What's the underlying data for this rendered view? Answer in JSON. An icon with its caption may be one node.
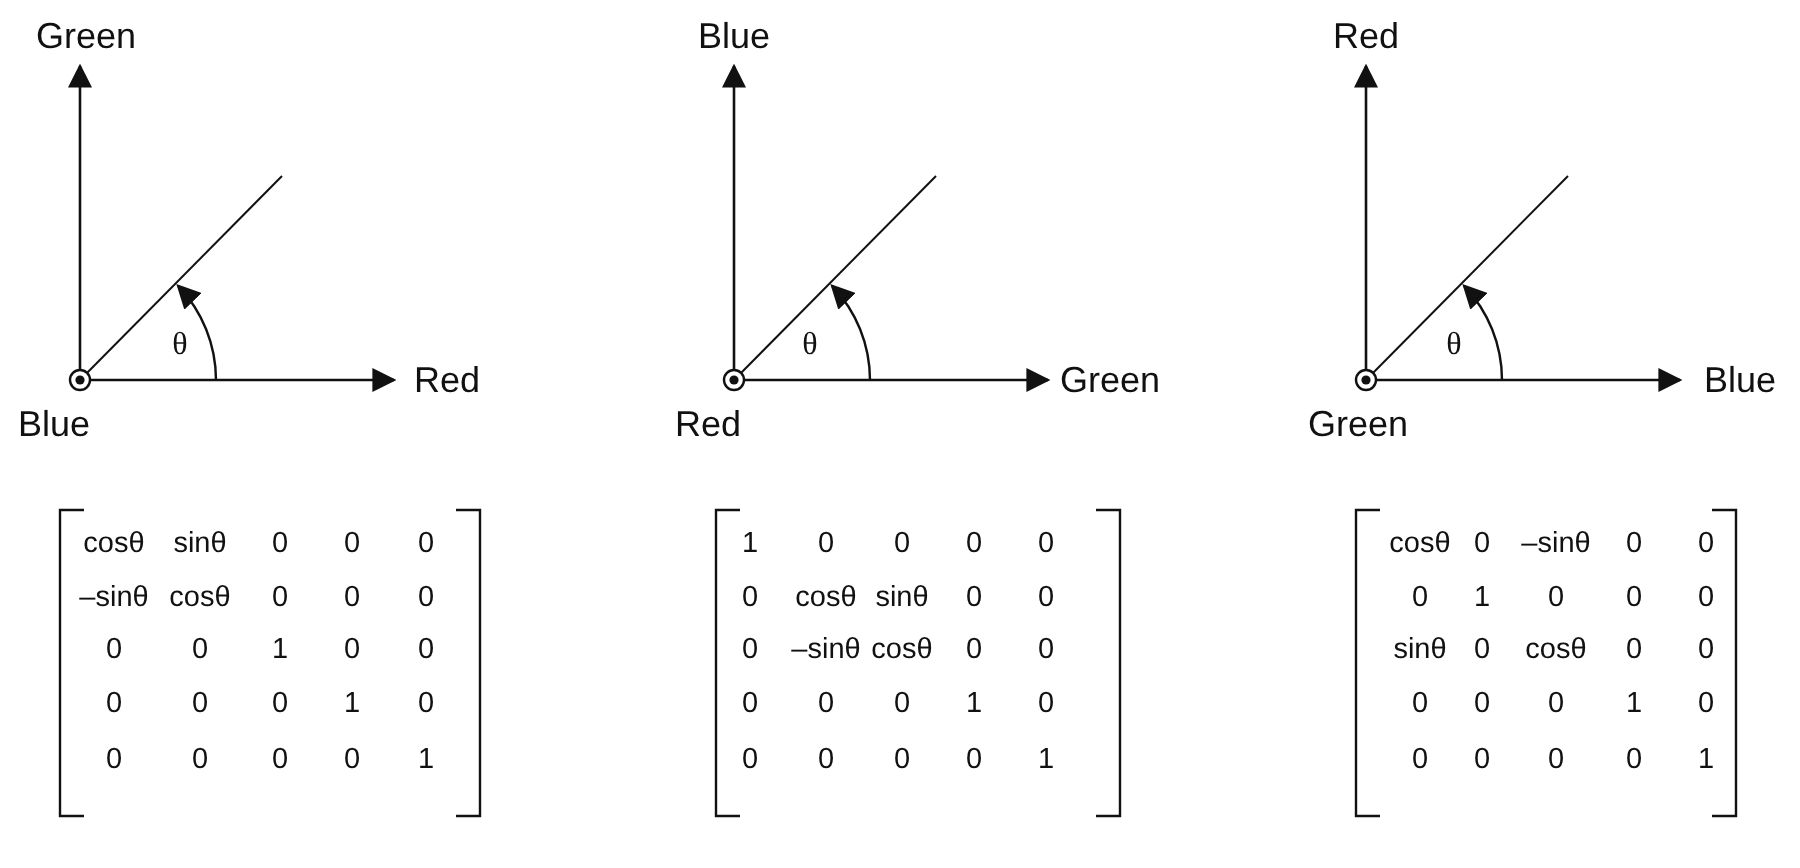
{
  "diagram": {
    "labels": [
      "Green",
      "θ",
      "Red",
      "Blue",
      "Blue",
      "θ",
      "Green",
      "Red",
      "Red",
      "θ",
      "Blue",
      "Green",
      "cosθ",
      "sinθ",
      "0",
      "0",
      "0",
      "–sinθ",
      "cosθ",
      "0",
      "0",
      "0",
      "0",
      "0",
      "1",
      "0",
      "0",
      "0",
      "0",
      "0",
      "1",
      "0",
      "0",
      "0",
      "0",
      "0",
      "1",
      "1",
      "0",
      "0",
      "0",
      "0",
      "0",
      "cosθ",
      "sinθ",
      "0",
      "0",
      "0",
      "–sinθ",
      "cosθ",
      "0",
      "0",
      "0",
      "0",
      "0",
      "1",
      "0",
      "0",
      "0",
      "0",
      "0",
      "1",
      "cosθ",
      "0",
      "–sinθ",
      "0",
      "0",
      "0",
      "1",
      "0",
      "0",
      "0",
      "sinθ",
      "0",
      "cosθ",
      "0",
      "0",
      "0",
      "0",
      "0",
      "1",
      "0",
      "0",
      "0",
      "0",
      "0",
      "1"
    ]
  }
}
